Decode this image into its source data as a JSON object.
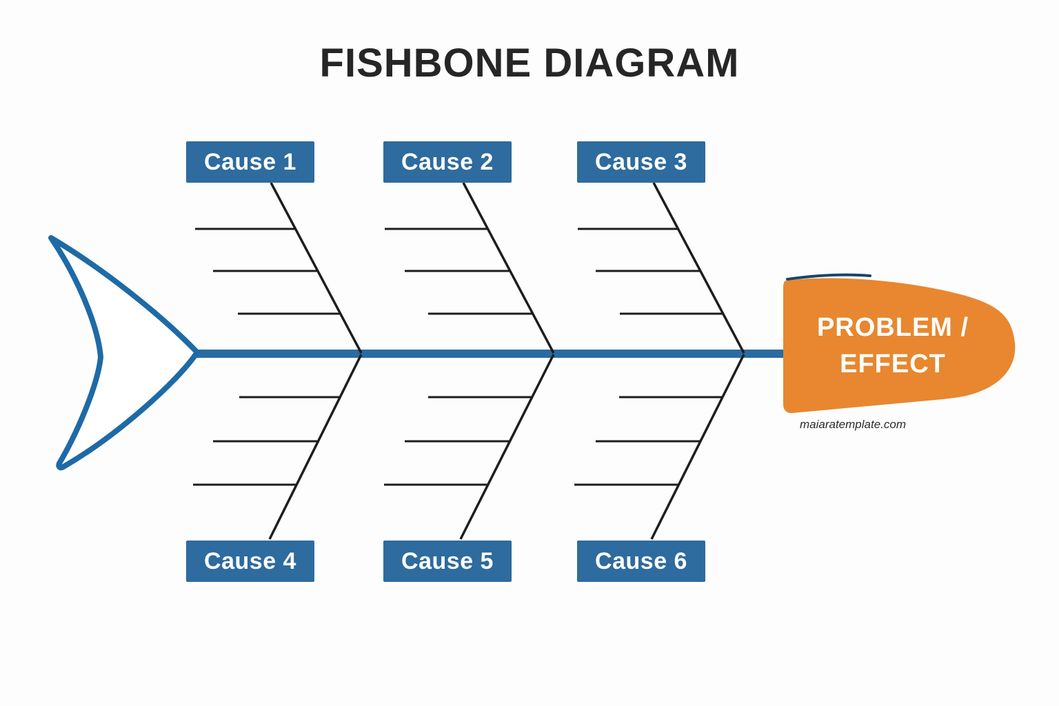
{
  "page": {
    "title": "FISHBONE DIAGRAM",
    "watermark": "maiaratemplate.com"
  },
  "diagram": {
    "type": "fishbone",
    "problem_label": "PROBLEM / EFFECT",
    "causes_top": [
      "Cause 1",
      "Cause 2",
      "Cause 3"
    ],
    "causes_bottom": [
      "Cause 4",
      "Cause 5",
      "Cause 6"
    ],
    "sub_branches_per_cause": 3,
    "colors": {
      "cause_box_blue": "#2e6b9e",
      "spine_blue": "#2a6ba3",
      "tail_outline_blue": "#1e6aa6",
      "head_orange": "#e8872f",
      "head_edge_navy": "#17456e",
      "branch_line_black": "#1d1d1b",
      "title_text": "#262626",
      "box_text_white": "#ffffff"
    }
  }
}
